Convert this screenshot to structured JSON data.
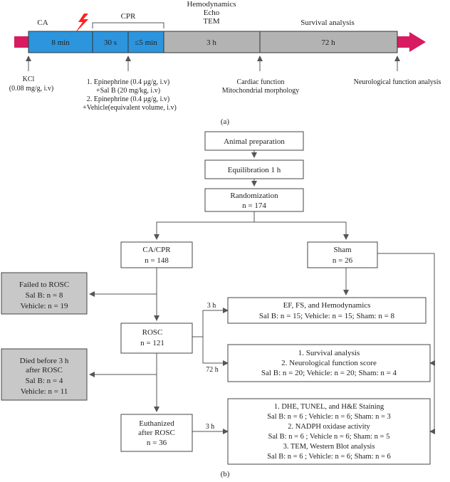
{
  "timeline": {
    "phases": {
      "ca": "CA",
      "cpr": "CPR",
      "hemo_1": "Hemodynamics",
      "hemo_2": "Echo",
      "hemo_3": "TEM",
      "survival": "Survival analysis"
    },
    "segments": {
      "s1": "8 min",
      "s2": "30 s",
      "s3": "≤5 min",
      "s4": "3 h",
      "s5": "72 h"
    },
    "notes": {
      "kcl_1": "KCl",
      "kcl_2": "(0.08 mg/g, i.v)",
      "drug_1": "1. Epinephrine (0.4 μg/g, i.v)",
      "drug_2": "+Sal B (20 mg/kg, i.v)",
      "drug_3": "2. Epinephrine (0.4 μg/g, i.v)",
      "drug_4": "+Vehicle(equivalent volume, i.v)",
      "cardiac_1": "Cardiac function",
      "cardiac_2": "Mitochondrial morphology",
      "neuro": "Neurological function analysis"
    },
    "panel_label": "(a)",
    "colors": {
      "blue": "#2c95dd",
      "gray": "#b3b3b3",
      "arrow": "#d81b60",
      "bolt": "#ff2020"
    }
  },
  "flow": {
    "animal_prep": "Animal preparation",
    "equilibration": "Equilibration 1 h",
    "randomization": {
      "title": "Randomization",
      "n": "n = 174"
    },
    "cacpr": {
      "title": "CA/CPR",
      "n": "n = 148"
    },
    "sham": {
      "title": "Sham",
      "n": "n = 26"
    },
    "failed": {
      "title": "Failed to ROSC",
      "l1": "Sal B: n = 8",
      "l2": "Vehicle: n = 19"
    },
    "rosc": {
      "title": "ROSC",
      "n": "n = 121"
    },
    "died": {
      "t1": "Died before 3 h",
      "t2": "after ROSC",
      "l1": "Sal B: n = 4",
      "l2": "Vehicle: n = 11"
    },
    "euth": {
      "t1": "Euthanized",
      "t2": "after ROSC",
      "n": "n = 36"
    },
    "ef": {
      "title": "EF, FS, and Hemodynamics",
      "l1": "Sal B: n = 15; Vehicle: n = 15; Sham: n = 8"
    },
    "surv": {
      "t1": "1. Survival analysis",
      "t2": "2. Neurological function score",
      "l1": "Sal B: n = 20; Vehicle: n = 20; Sham: n = 4"
    },
    "dhe": {
      "t1": "1. DHE, TUNEL, and H&E Staining",
      "l1": "Sal B: n = 6 ; Vehicle: n = 6; Sham: n = 3",
      "t2": "2. NADPH oxidase activity",
      "l2": "Sal B: n = 6 ; Vehicle n = 6; Sham: n = 5",
      "t3": "3. TEM, Western Blot analysis",
      "l3": "Sal B: n = 6 ; Vehicle: n = 6; Sham: n = 6"
    },
    "labels": {
      "h3a": "3 h",
      "h72": "72 h",
      "h3b": "3 h"
    },
    "panel_label": "(b)"
  }
}
